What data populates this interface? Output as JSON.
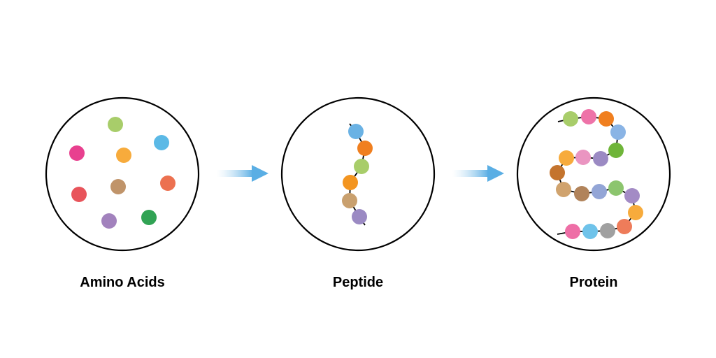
{
  "stages": [
    {
      "label": "Amino Acids",
      "colors": [
        "#a8cd6a",
        "#e8408f",
        "#f7ab3c",
        "#5bb9e6",
        "#e8545b",
        "#c0946a",
        "#ec7150",
        "#a282bd",
        "#31a354"
      ]
    },
    {
      "label": "Peptide",
      "colors": [
        "#6ab2e4",
        "#f07f1f",
        "#a8cd6a",
        "#f39520",
        "#c9a06e",
        "#9b8ac3"
      ]
    },
    {
      "label": "Protein",
      "colors": [
        "#a8cd6a",
        "#ee73a8",
        "#f07f1f",
        "#8ab4e5",
        "#6fb539",
        "#9b8ac3",
        "#ea95c1",
        "#f7ab3c",
        "#c4742e",
        "#d0a36e",
        "#b1835a",
        "#93a5d6",
        "#8cc56e",
        "#a38bc5",
        "#f7ab3c",
        "#ee7c5a",
        "#a0a0a0",
        "#6fc3ea",
        "#ee6ea6"
      ]
    }
  ],
  "arrow_color": "#5aaee4"
}
